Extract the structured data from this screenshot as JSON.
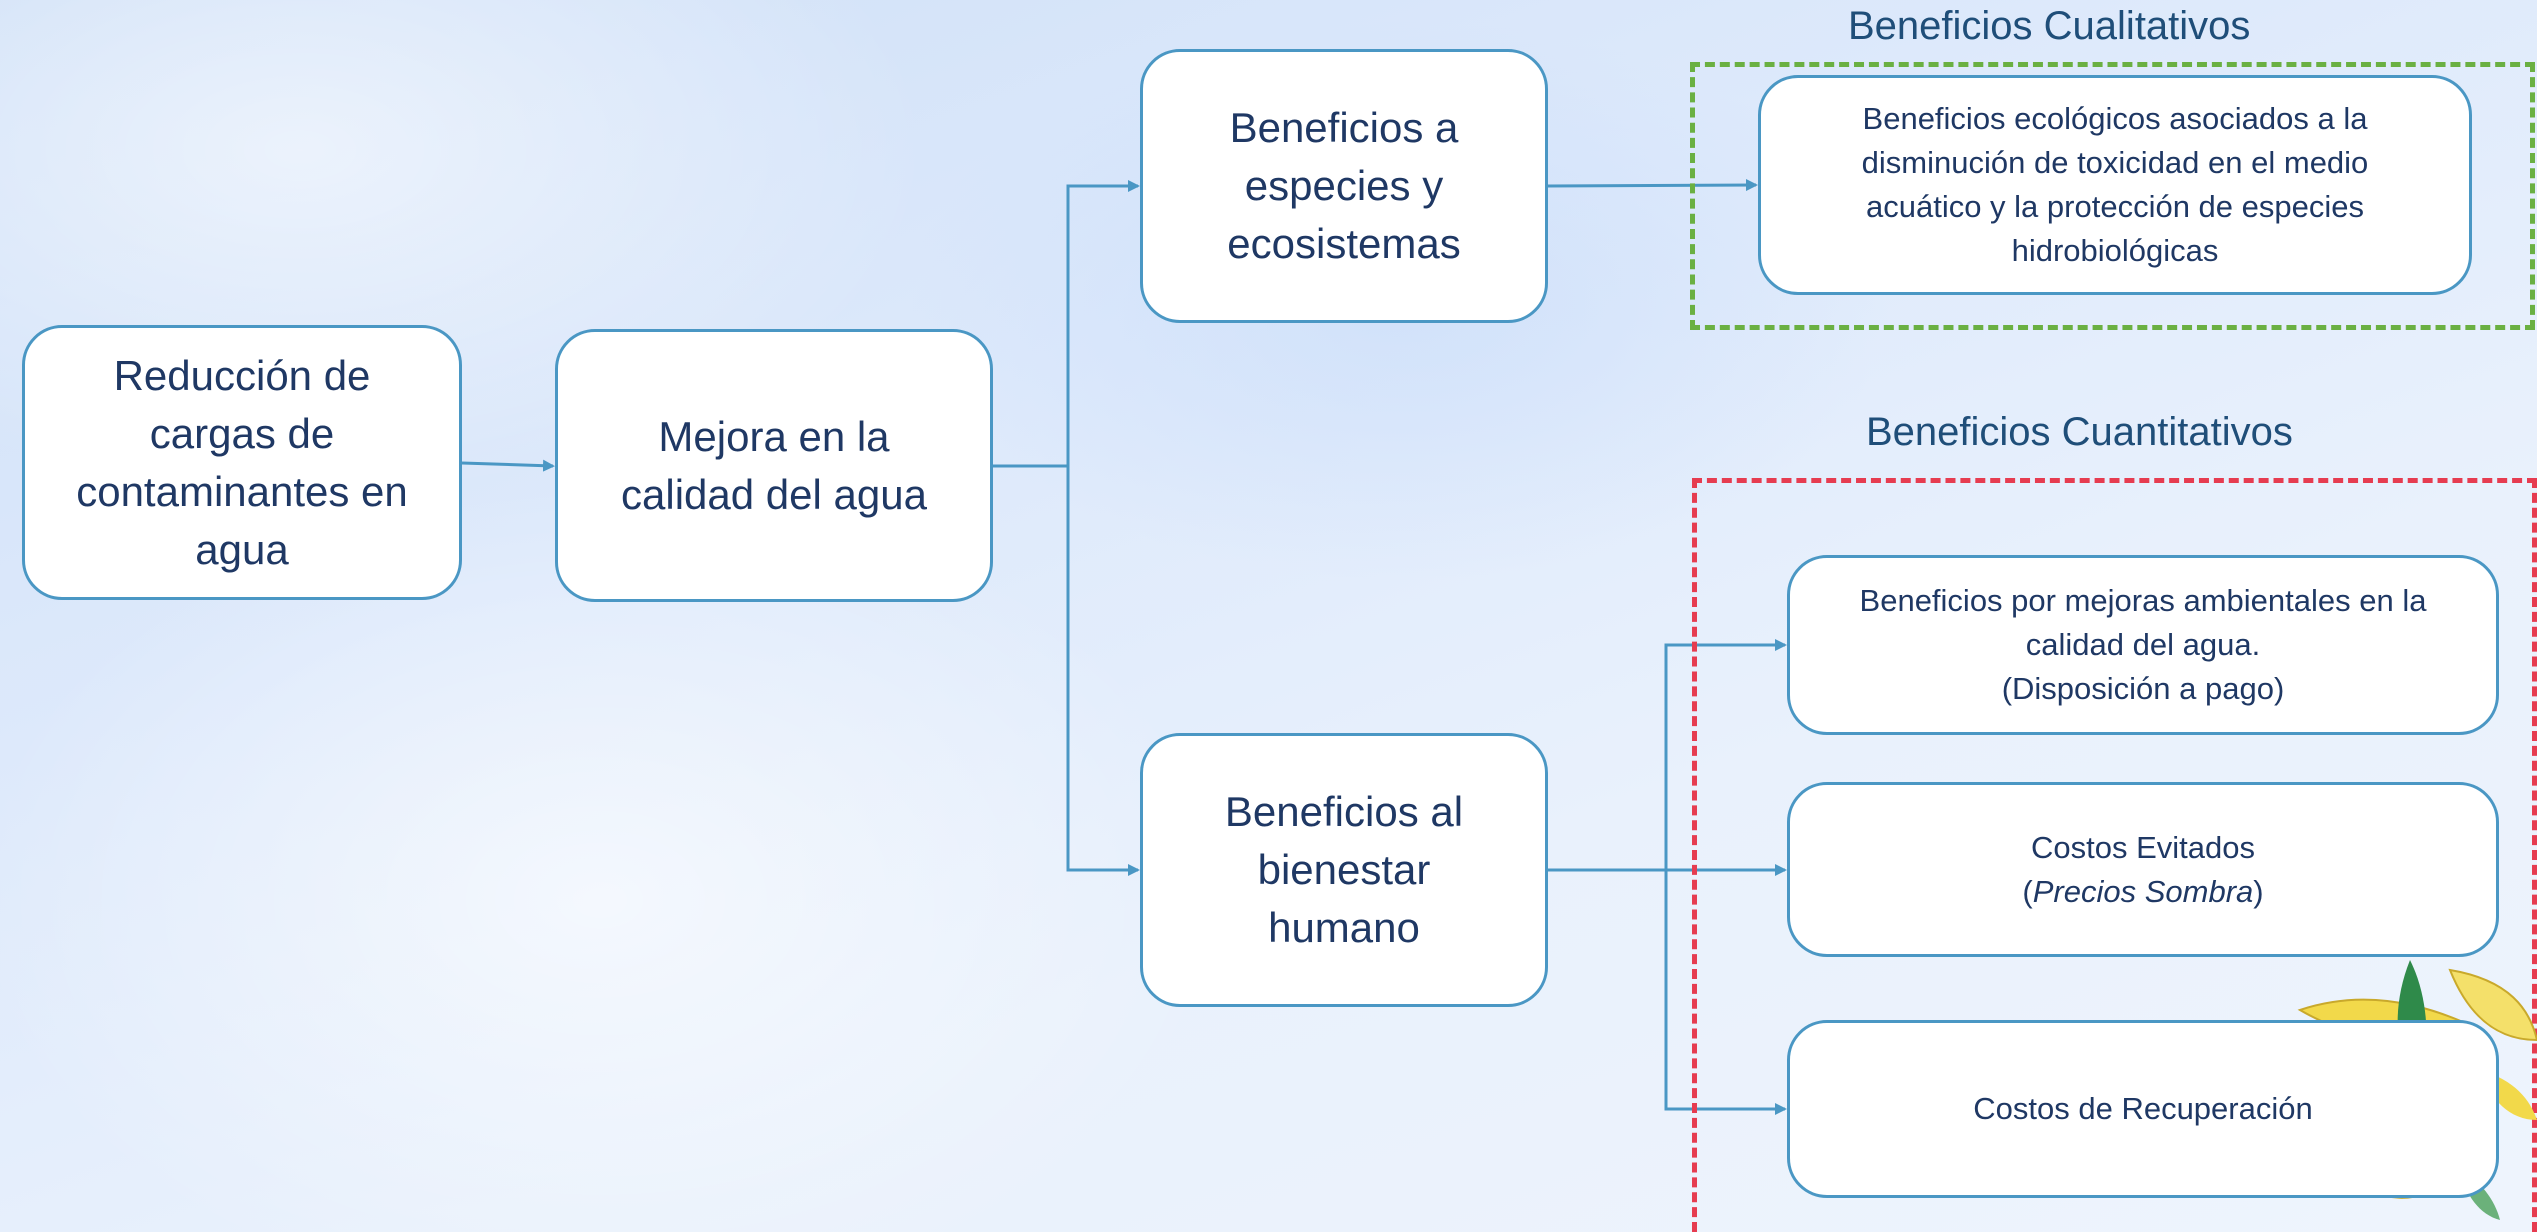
{
  "nodes": {
    "reduccion": [
      "Reducción de",
      "cargas de",
      "contaminantes en",
      "agua"
    ],
    "mejora": [
      "Mejora en la",
      "calidad del agua"
    ],
    "especies": [
      "Beneficios a",
      "especies y",
      "ecosistemas"
    ],
    "bienestar": [
      "Beneficios al",
      "bienestar",
      "humano"
    ],
    "ecologicos": [
      "Beneficios ecológicos asociados a la",
      "disminución de toxicidad en el medio",
      "acuático y la protección de especies",
      "hidrobiológicas"
    ],
    "mejoras_ambientales": [
      "Beneficios por mejoras ambientales en la",
      "calidad del agua.",
      "(Disposición a pago)"
    ],
    "costos_evitados": {
      "line1": "Costos Evitados",
      "open": "(",
      "italic": "Precios Sombra",
      "close": ")"
    },
    "recuperacion": [
      "Costos de Recuperación"
    ]
  },
  "groups": {
    "cualitativos": "Beneficios Cualitativos",
    "cuantitativos": "Beneficios Cuantitativos"
  },
  "colors": {
    "box_border": "#4a97c4",
    "text": "#1f3864",
    "qualitative_frame": "#6ab042",
    "quantitative_frame": "#e63c50"
  }
}
